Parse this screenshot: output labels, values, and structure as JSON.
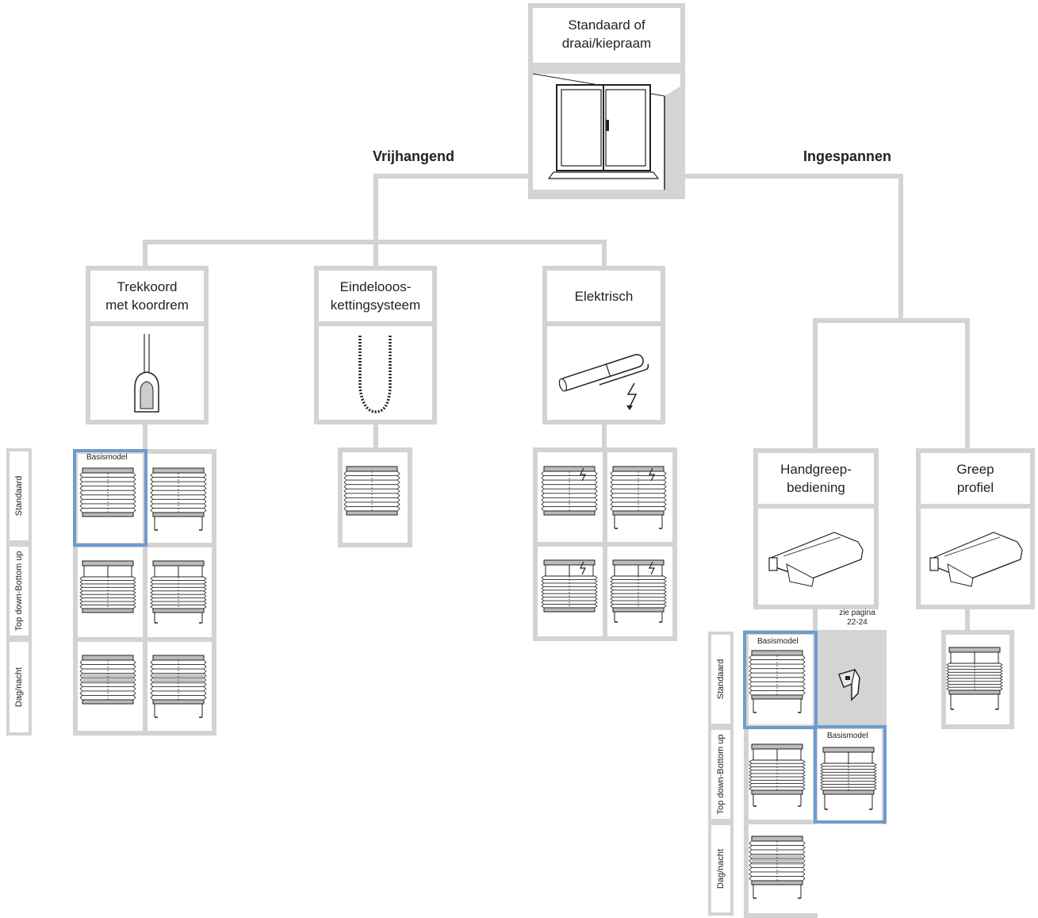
{
  "root": {
    "title": "Standaard of\ndraai/kiepraam",
    "image": "window-icon"
  },
  "branches": {
    "left": "Vrijhangend",
    "right": "Ingespannen"
  },
  "options": [
    {
      "key": "trekkoord",
      "title": "Trekkoord\nmet koordrem",
      "icon": "cord-icon"
    },
    {
      "key": "ketting",
      "title": "Eindelooos-\nkettingsysteem",
      "icon": "chain-icon"
    },
    {
      "key": "elektrisch",
      "title": "Elektrisch",
      "icon": "motor-icon"
    },
    {
      "key": "handgreep",
      "title": "Handgreep-\nbediening",
      "icon": "handle-rail-icon"
    },
    {
      "key": "greep",
      "title": "Greep\nprofiel",
      "icon": "profile-rail-icon"
    }
  ],
  "row_labels": [
    "Standaard",
    "Top down-Bottom up",
    "Dag/nacht"
  ],
  "badge": "Basismodel",
  "note": "zie pagina\n22-24",
  "icons": {
    "bracket": "bracket-icon",
    "blind": "pleated-blind-icon",
    "lightning": "lightning-icon"
  },
  "colors": {
    "line": "#d3d3d3",
    "highlight": "#6f9bcc",
    "shade": "#d4d4d4"
  }
}
